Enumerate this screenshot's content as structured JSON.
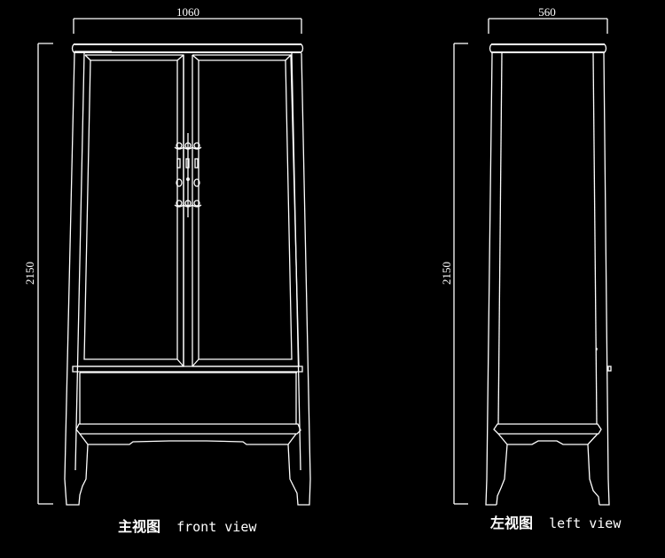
{
  "drawing": {
    "background": "#000000",
    "line_color": "#ffffff"
  },
  "front_view": {
    "width_dim": "1060",
    "height_dim": "2150",
    "caption_cn": "主视图",
    "caption_en": "front view"
  },
  "left_view": {
    "width_dim": "560",
    "height_dim": "2150",
    "caption_cn": "左视图",
    "caption_en": "left view"
  }
}
